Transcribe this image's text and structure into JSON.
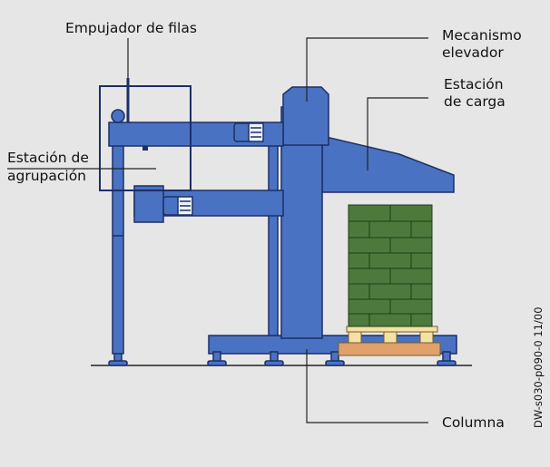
{
  "labels": {
    "row_pusher": "Empujador de filas",
    "lift_line1": "Mecanismo",
    "lift_line2": "elevador",
    "load_line1": "Estación",
    "load_line2": "de carga",
    "group_line1": "Estación de",
    "group_line2": "agrupación",
    "column": "Columna"
  },
  "figure_code": "DW-s030-p090-0 11/00",
  "colors": {
    "background": "#e6e6e6",
    "machine_blue": "#4a72c2",
    "machine_outline": "#1d2f66",
    "load_green": "#4d7a3c",
    "pallet_light": "#f3e2a4",
    "pallet_base": "#e0a16a",
    "line": "#222222"
  }
}
